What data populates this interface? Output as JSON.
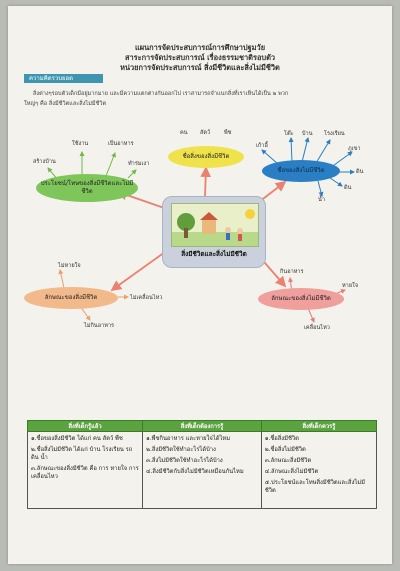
{
  "header": {
    "line1": "แผนการจัดประสบการณ์การศึกษาปฐมวัย",
    "line2": "สาระการจัดประสบการณ์ เรื่องธรรมชาติรอบตัว",
    "line3": "หน่วยการจัดประสบการณ์ สิ่งมีชีวิตและสิ่งไม่มีชีวิต"
  },
  "concept": {
    "tag": "ความคิดรวบยอด",
    "text_line1": "สิ่งต่างๆรอบตัวเด็กมีอยู่มากมาย และมีความแตกต่างกันออกไป เราสามารถจำแนกสิ่งที่เราเห็นได้เป็น ๒ พวก",
    "text_line2": "ใหญ่ๆ คือ สิ่งมีชีวิตและสิ่งไม่มีชีวิต"
  },
  "mindmap": {
    "center": "สิ่งมีชีวิตและสิ่งไม่มีชีวิต",
    "nodes": {
      "benefit": "ประโยชน์/โทษของสิ่งมีชีวิตและไม่มีชีวิต",
      "living_names": "ชื่อสิ่งของสิ่งมีชีวิต",
      "nonliving_names": "ชื่อของสิ่งไม่มีชีวิต",
      "living_traits": "ลักษณะของสิ่งมีชีวิต",
      "nonliving_traits": "ลักษณะของสิ่งไม่มีชีวิต"
    },
    "words": {
      "use": "ใช้งาน",
      "food": "เป็นอาหาร",
      "house": "สร้างบ้าน",
      "shade": "ทำร่มเงา",
      "person": "คน",
      "animal": "สัตว์",
      "plant": "พืช",
      "chair": "เก้าอี้",
      "table": "โต๊ะ",
      "home": "บ้าน",
      "school": "โรงเรียน",
      "mountain": "ภูเขา",
      "sky": "ดิน",
      "soil": "ดิน",
      "water": "น้ำ",
      "breathe": "หายใจ",
      "move": "เคลื่อนไหว",
      "eat": "กินอาหาร",
      "no_breathe": "ไม่หายใจ",
      "no_move": "ไม่เคลื่อนไหว",
      "no_eat": "ไม่กินอาหาร"
    }
  },
  "table": {
    "headers": [
      "สิ่งที่เด็กรู้แล้ว",
      "สิ่งที่เด็กต้องการรู้",
      "สิ่งที่เด็กควรรู้"
    ],
    "col1": [
      "๑.ชื่อของสิ่งมีชีวิต ได้แก่ คน สัตว์ พืช",
      "๒.ชื่อสิ่งไม่มีชีวิต ได้แก่ บ้าน โรงเรียน รถ ดิน น้ำ",
      "๓.ลักษณะของสิ่งมีชีวิต คือ การ หายใจ การเคลื่อนไหว"
    ],
    "col2": [
      "๑.พืชกินอาหาร และหายใจได้ไหม",
      "๒.สิ่งมีชีวิตใช้ทำอะไรได้บ้าง",
      "๓.สิ่งไม่มีชีวิตใช้ทำอะไรได้บ้าง",
      "๔.สิ่งมีชีวิตกับสิ่งไม่มีชีวิตเหมือนกันไหม"
    ],
    "col3": [
      "๑.ชื่อสิ่งมีชีวิต",
      "๒.ชื่อสิ่งไม่มีชีวิต",
      "๓.ลักษณะสิ่งมีชีวิต",
      "๔.ลักษณะสิ่งไม่มีชีวิต",
      "๕.ประโยชน์และโทษสิ่งมีชีวิตและสิ่งไม่มีชีวิต"
    ]
  },
  "colors": {
    "green_node": "#7fc65a",
    "yellow_node": "#f0e24a",
    "blue_node": "#2a7fc4",
    "orange_node": "#f2b98a",
    "pink_node": "#ef9f9c",
    "table_header": "#5aa33e"
  }
}
